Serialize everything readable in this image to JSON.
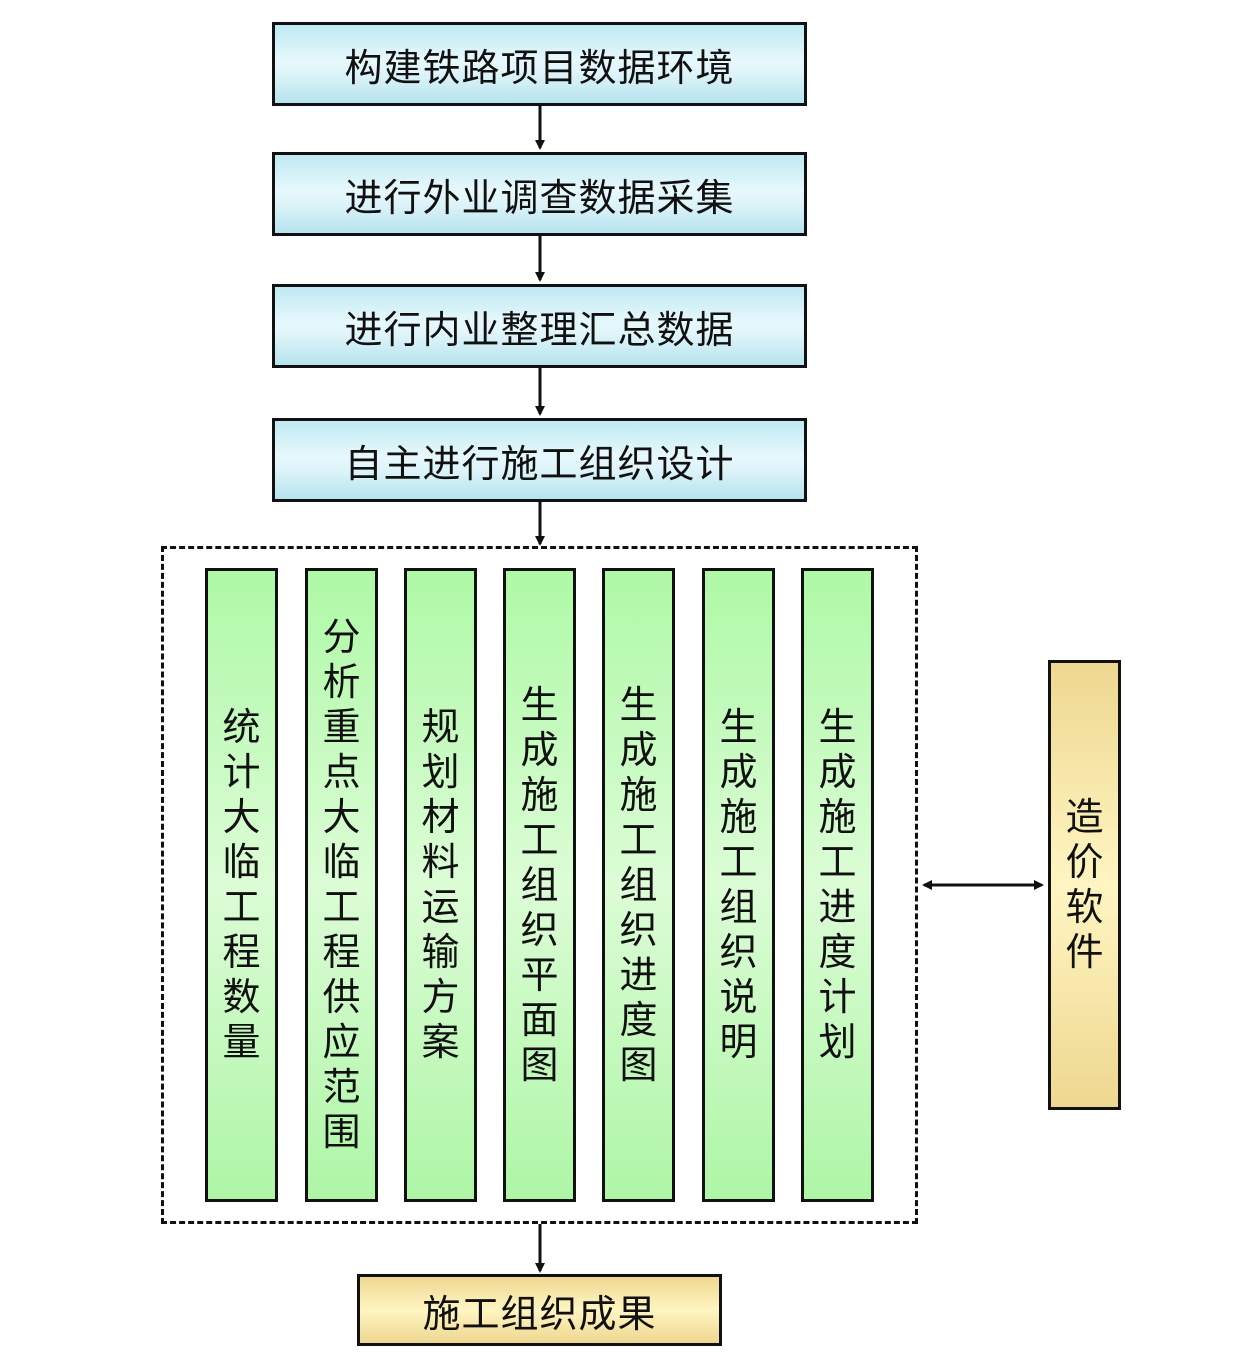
{
  "diagram": {
    "steps": [
      {
        "label": "构建铁路项目数据环境"
      },
      {
        "label": "进行外业调查数据采集"
      },
      {
        "label": "进行内业整理汇总数据"
      },
      {
        "label": "自主进行施工组织设计"
      }
    ],
    "group_items": [
      {
        "label": "统计大临工程数量"
      },
      {
        "label": "分析重点大临工程供应范围"
      },
      {
        "label": "规划材料运输方案"
      },
      {
        "label": "生成施工组织平面图"
      },
      {
        "label": "生成施工组织进度图"
      },
      {
        "label": "生成施工组织说明"
      },
      {
        "label": "生成施工进度计划"
      }
    ],
    "side_node": {
      "label": "造价软件"
    },
    "result_node": {
      "label": "施工组织成果"
    },
    "colors": {
      "step_fill": "#d6f2f8",
      "group_item_fill": "#c4f9bc",
      "gold_fill": "#f6e6a8",
      "stroke": "#111111"
    }
  }
}
